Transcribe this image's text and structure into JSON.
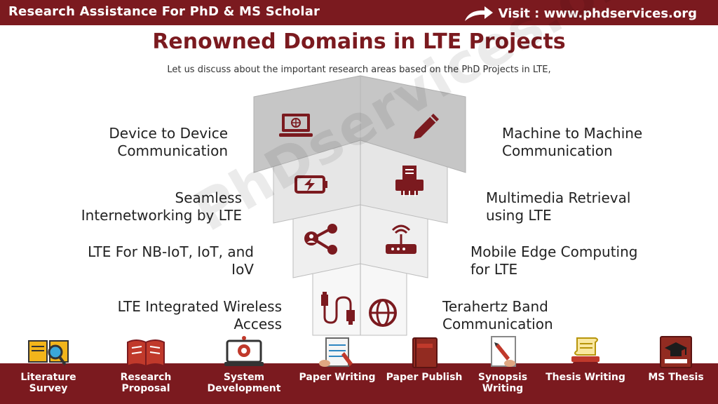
{
  "header": {
    "left_text": "Research Assistance For PhD & MS Scholar",
    "right_text": "Visit : www.phdservices.org"
  },
  "title": "Renowned Domains in LTE Projects",
  "subtitle": "Let us discuss about the important research areas based on the PhD Projects in LTE,",
  "watermark": "PhDservices.org",
  "domains": {
    "left": [
      {
        "label": "Device to Device Communication",
        "icon": "laptop-globe-icon"
      },
      {
        "label": "Seamless Internetworking by LTE",
        "icon": "battery-charging-icon"
      },
      {
        "label": "LTE For NB-IoT, IoT, and IoV",
        "icon": "share-network-icon"
      },
      {
        "label": "LTE Integrated Wireless Access",
        "icon": "usb-cable-icon"
      }
    ],
    "right": [
      {
        "label": "Machine to Machine Communication",
        "icon": "pencil-icon"
      },
      {
        "label": "Multimedia Retrieval using LTE",
        "icon": "document-printer-icon"
      },
      {
        "label": "Mobile Edge Computing for LTE",
        "icon": "wifi-router-icon"
      },
      {
        "label": "Terahertz Band Communication",
        "icon": "globe-icon"
      }
    ]
  },
  "services": [
    {
      "label": "Literature Survey",
      "icon": "literature-survey-icon"
    },
    {
      "label": "Research Proposal",
      "icon": "research-proposal-icon"
    },
    {
      "label": "System Development",
      "icon": "system-development-icon"
    },
    {
      "label": "Paper Writing",
      "icon": "paper-writing-icon"
    },
    {
      "label": "Paper Publish",
      "icon": "paper-publish-icon"
    },
    {
      "label": "Synopsis Writing",
      "icon": "synopsis-writing-icon"
    },
    {
      "label": "Thesis Writing",
      "icon": "thesis-writing-icon"
    },
    {
      "label": "MS Thesis",
      "icon": "ms-thesis-icon"
    }
  ],
  "colors": {
    "brand": "#7b1a1f",
    "panel_dark": "#c8c8c8",
    "panel_mid": "#e6e6e6",
    "panel_light": "#f3f3f3"
  }
}
